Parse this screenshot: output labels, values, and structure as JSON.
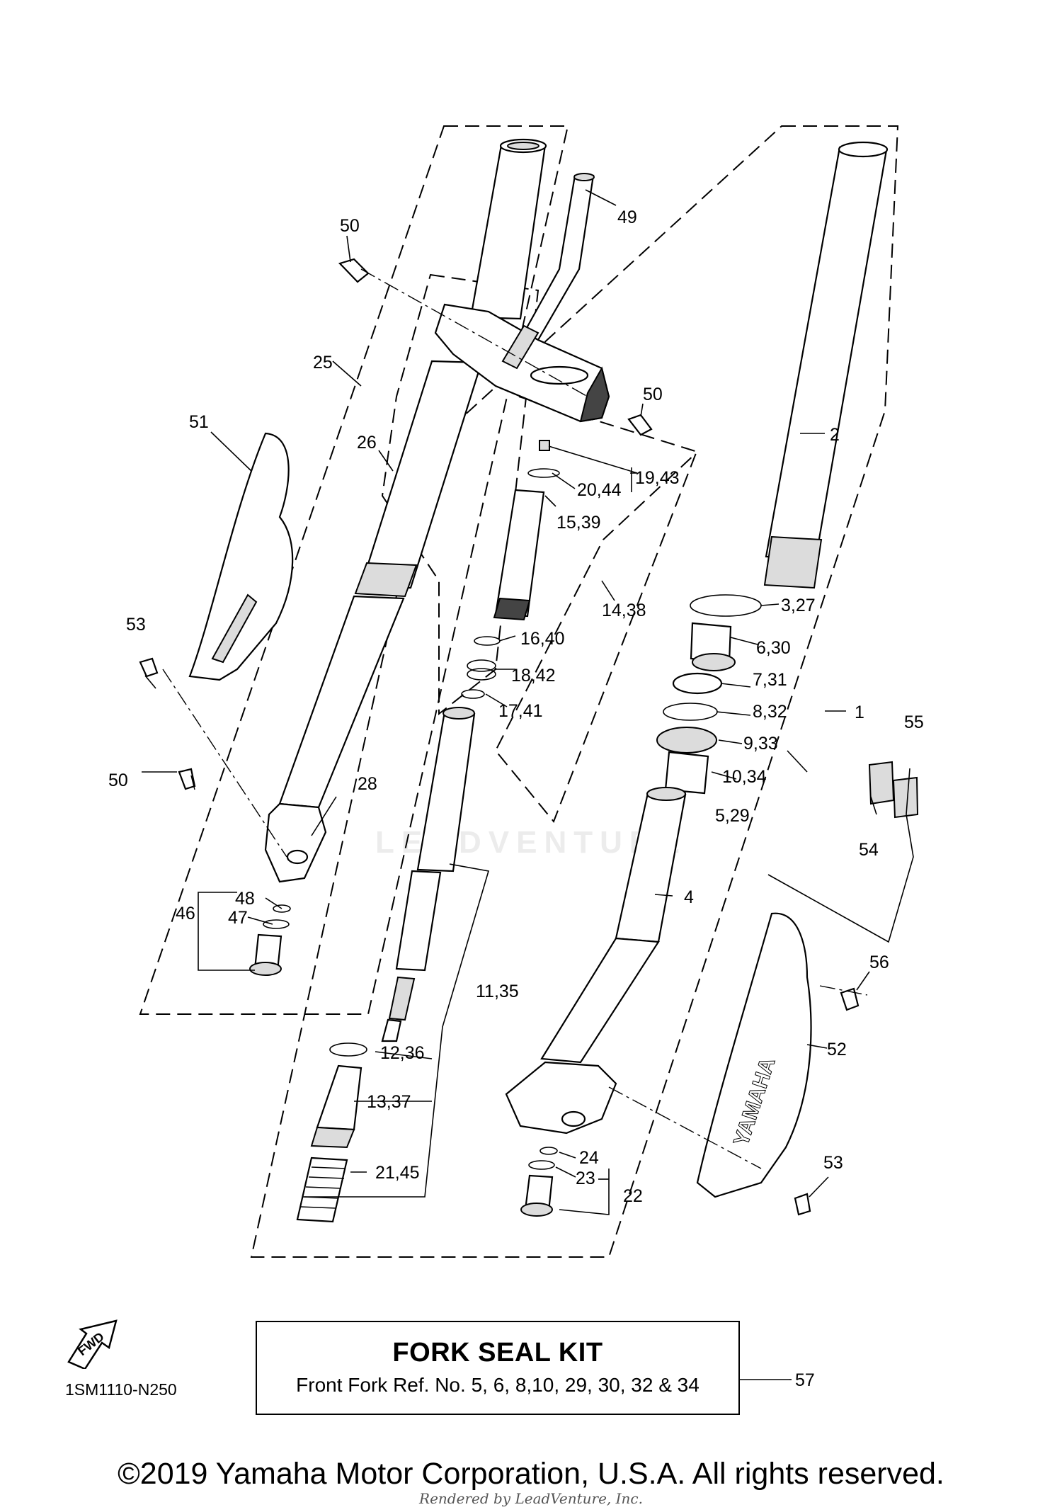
{
  "callouts": {
    "c49": "49",
    "c50a": "50",
    "c50b": "50",
    "c50c": "50",
    "c25": "25",
    "c26": "26",
    "c51": "51",
    "c2": "2",
    "c19_43": "19,43",
    "c20_44": "20,44",
    "c15_39": "15,39",
    "c14_38": "14,38",
    "c3_27": "3,27",
    "c6_30": "6,30",
    "c7_31": "7,31",
    "c16_40": "16,40",
    "c18_42": "18,42",
    "c17_41": "17,41",
    "c8_32": "8,32",
    "c1": "1",
    "c53a": "53",
    "c53b": "53",
    "c9_33": "9,33",
    "c55": "55",
    "c10_34": "10,34",
    "c28": "28",
    "c5_29": "5,29",
    "c54": "54",
    "c4": "4",
    "c48": "48",
    "c46": "46",
    "c47": "47",
    "c56": "56",
    "c11_35": "11,35",
    "c12_36": "12,36",
    "c52": "52",
    "c13_37": "13,37",
    "c24": "24",
    "c23": "23",
    "c21_45": "21,45",
    "c22": "22",
    "c57": "57"
  },
  "kit": {
    "title": "FORK SEAL KIT",
    "text": "Front Fork Ref. No. 5, 6, 8,10, 29, 30, 32 & 34"
  },
  "fwd_label": "FWD",
  "diagram_code": "1SM1110-N250",
  "copyright": "©2019 Yamaha Motor Corporation, U.S.A. All rights reserved.",
  "rendered_by": "Rendered by LeadVenture, Inc.",
  "watermark": "LEADVENTURE",
  "guard_logo": "YAMAHA"
}
